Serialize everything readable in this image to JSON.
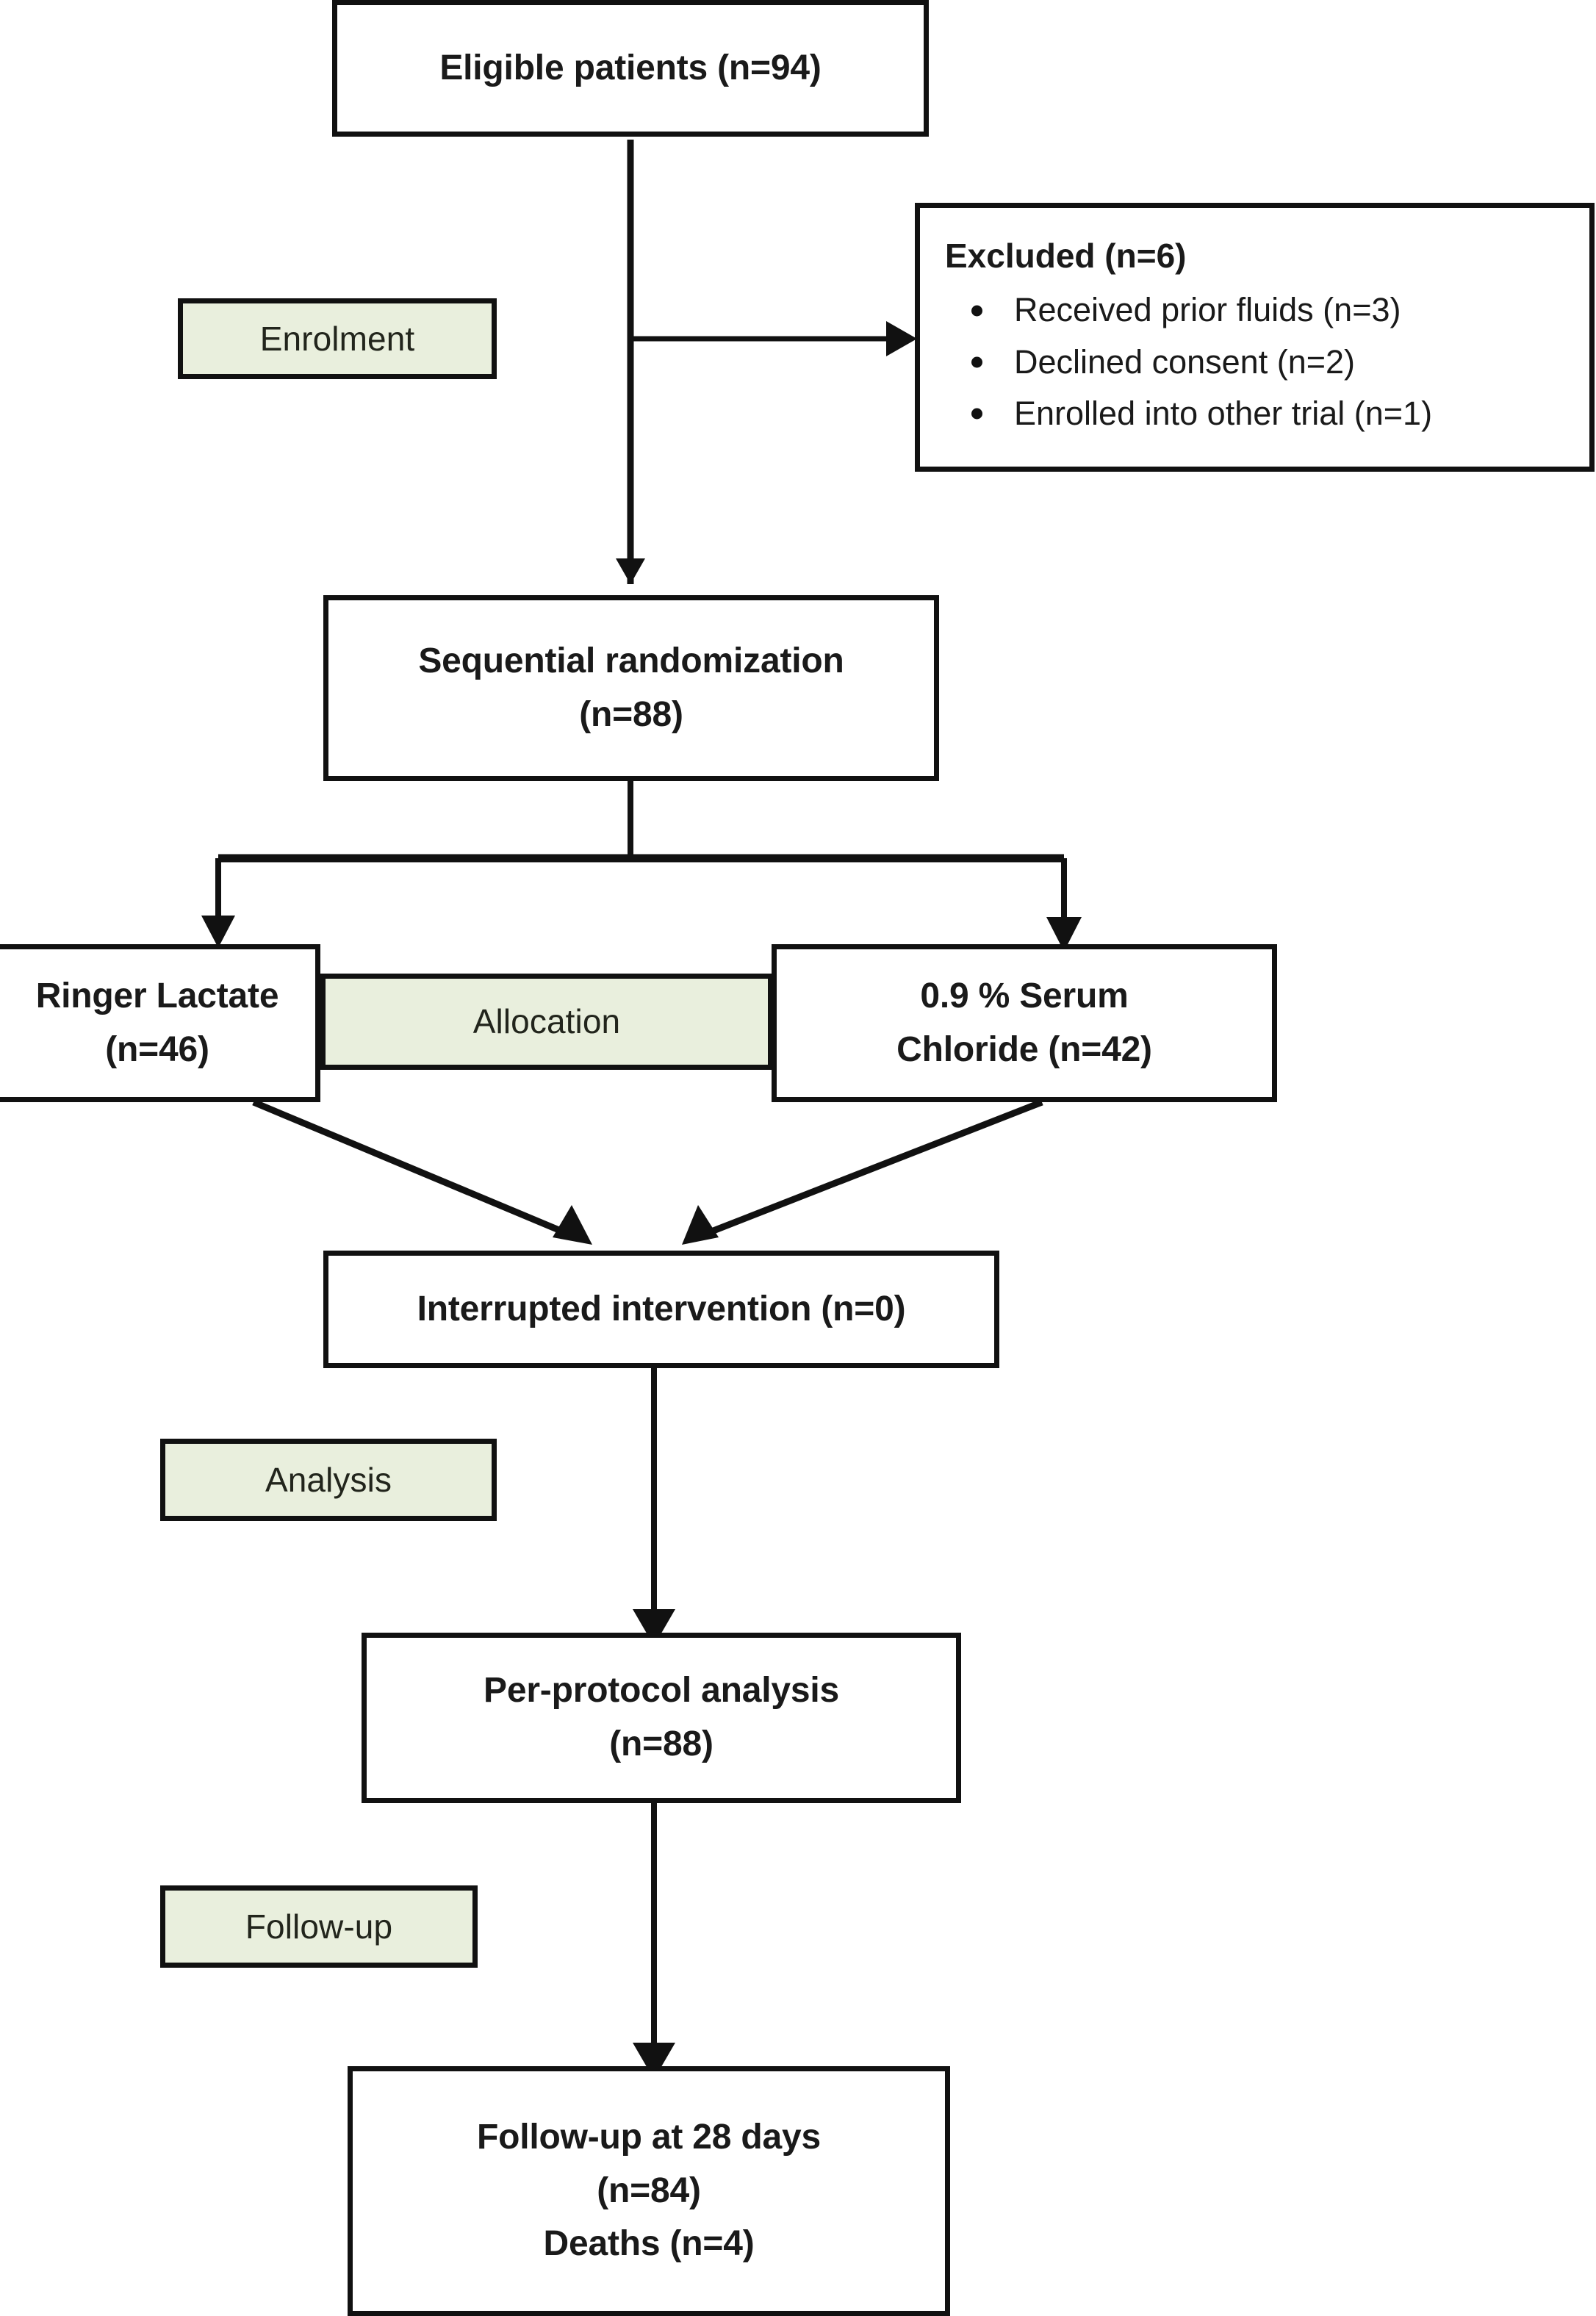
{
  "diagram": {
    "title": "CONSORT participant flow diagram",
    "colors": {
      "stage_label_fill": "#e9efdd",
      "box_border": "#111111",
      "box_fill": "#ffffff",
      "text": "#1a1a1a",
      "connector": "#111111"
    }
  },
  "nodes": {
    "eligible": {
      "lines": [
        "Eligible patients (n=94)"
      ]
    },
    "excluded": {
      "title": "Excluded (n=6)",
      "items": [
        "Received prior fluids (n=3)",
        "Declined consent (n=2)",
        "Enrolled into other trial (n=1)"
      ]
    },
    "randomization": {
      "lines": [
        "Sequential randomization",
        "(n=88)"
      ]
    },
    "arm_left": {
      "lines": [
        "Ringer Lactate",
        "(n=46)"
      ]
    },
    "arm_right": {
      "lines": [
        "0.9 % Serum",
        "Chloride (n=42)"
      ]
    },
    "interrupted": {
      "lines": [
        "Interrupted intervention (n=0)"
      ]
    },
    "per_protocol": {
      "lines": [
        "Per-protocol analysis",
        "(n=88)"
      ]
    },
    "followup": {
      "lines": [
        "Follow-up at 28 days",
        "(n=84)",
        "Deaths (n=4)"
      ]
    }
  },
  "stage_labels": {
    "enrolment": "Enrolment",
    "allocation": "Allocation",
    "analysis": "Analysis",
    "followup": "Follow-up"
  }
}
